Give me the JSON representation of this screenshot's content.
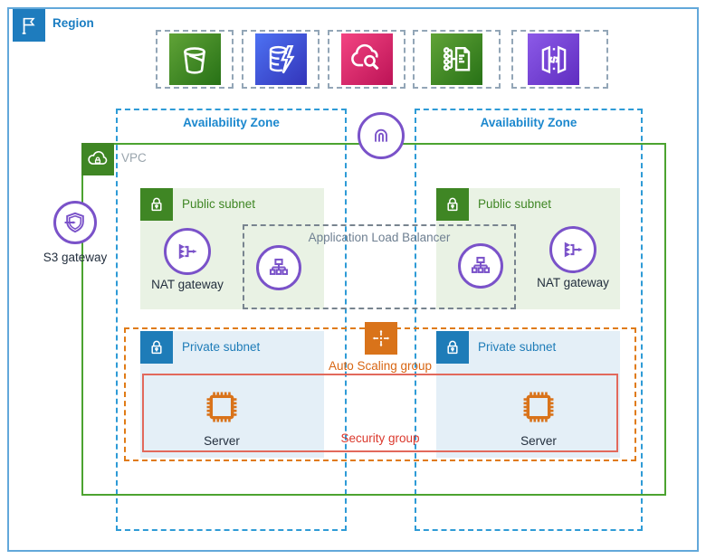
{
  "region": {
    "label": "Region"
  },
  "service_icons": [
    {
      "name": "s3-bucket-icon"
    },
    {
      "name": "elasticache-icon"
    },
    {
      "name": "cloudwatch-icon"
    },
    {
      "name": "systems-manager-documents-icon"
    },
    {
      "name": "api-gateway-icon"
    }
  ],
  "availability_zones": [
    {
      "label": "Availability Zone"
    },
    {
      "label": "Availability Zone"
    }
  ],
  "vpc": {
    "label": "VPC"
  },
  "internet_gateway": {
    "icon": "internet-gateway-icon"
  },
  "s3_gateway": {
    "label": "S3 gateway",
    "icon": "s3-gateway-icon"
  },
  "public_subnets": [
    {
      "label": "Public subnet",
      "nat_label": "NAT gateway"
    },
    {
      "label": "Public subnet",
      "nat_label": "NAT gateway"
    }
  ],
  "load_balancer": {
    "label": "Application Load Balancer",
    "icon": "application-load-balancer-icon"
  },
  "auto_scaling_group": {
    "label": "Auto Scaling group",
    "icon": "auto-scaling-icon"
  },
  "private_subnets": [
    {
      "label": "Private subnet",
      "server_label": "Server"
    },
    {
      "label": "Private subnet",
      "server_label": "Server"
    }
  ],
  "security_group": {
    "label": "Security group"
  },
  "colors": {
    "region_blue": "#1E7CBE",
    "az_blue": "#1C88CE",
    "vpc_border_green": "#4CA330",
    "subnet_green": "#3F8624",
    "subnet_green_fill": "#E9F2E4",
    "private_blue": "#1E7CB8",
    "private_blue_fill": "#E4EFF7",
    "network_purple": "#7A52C9",
    "orange": "#D9731A",
    "security_red": "#DB382C",
    "gray_label": "#6E7F91",
    "dark_text": "#232F3E"
  }
}
